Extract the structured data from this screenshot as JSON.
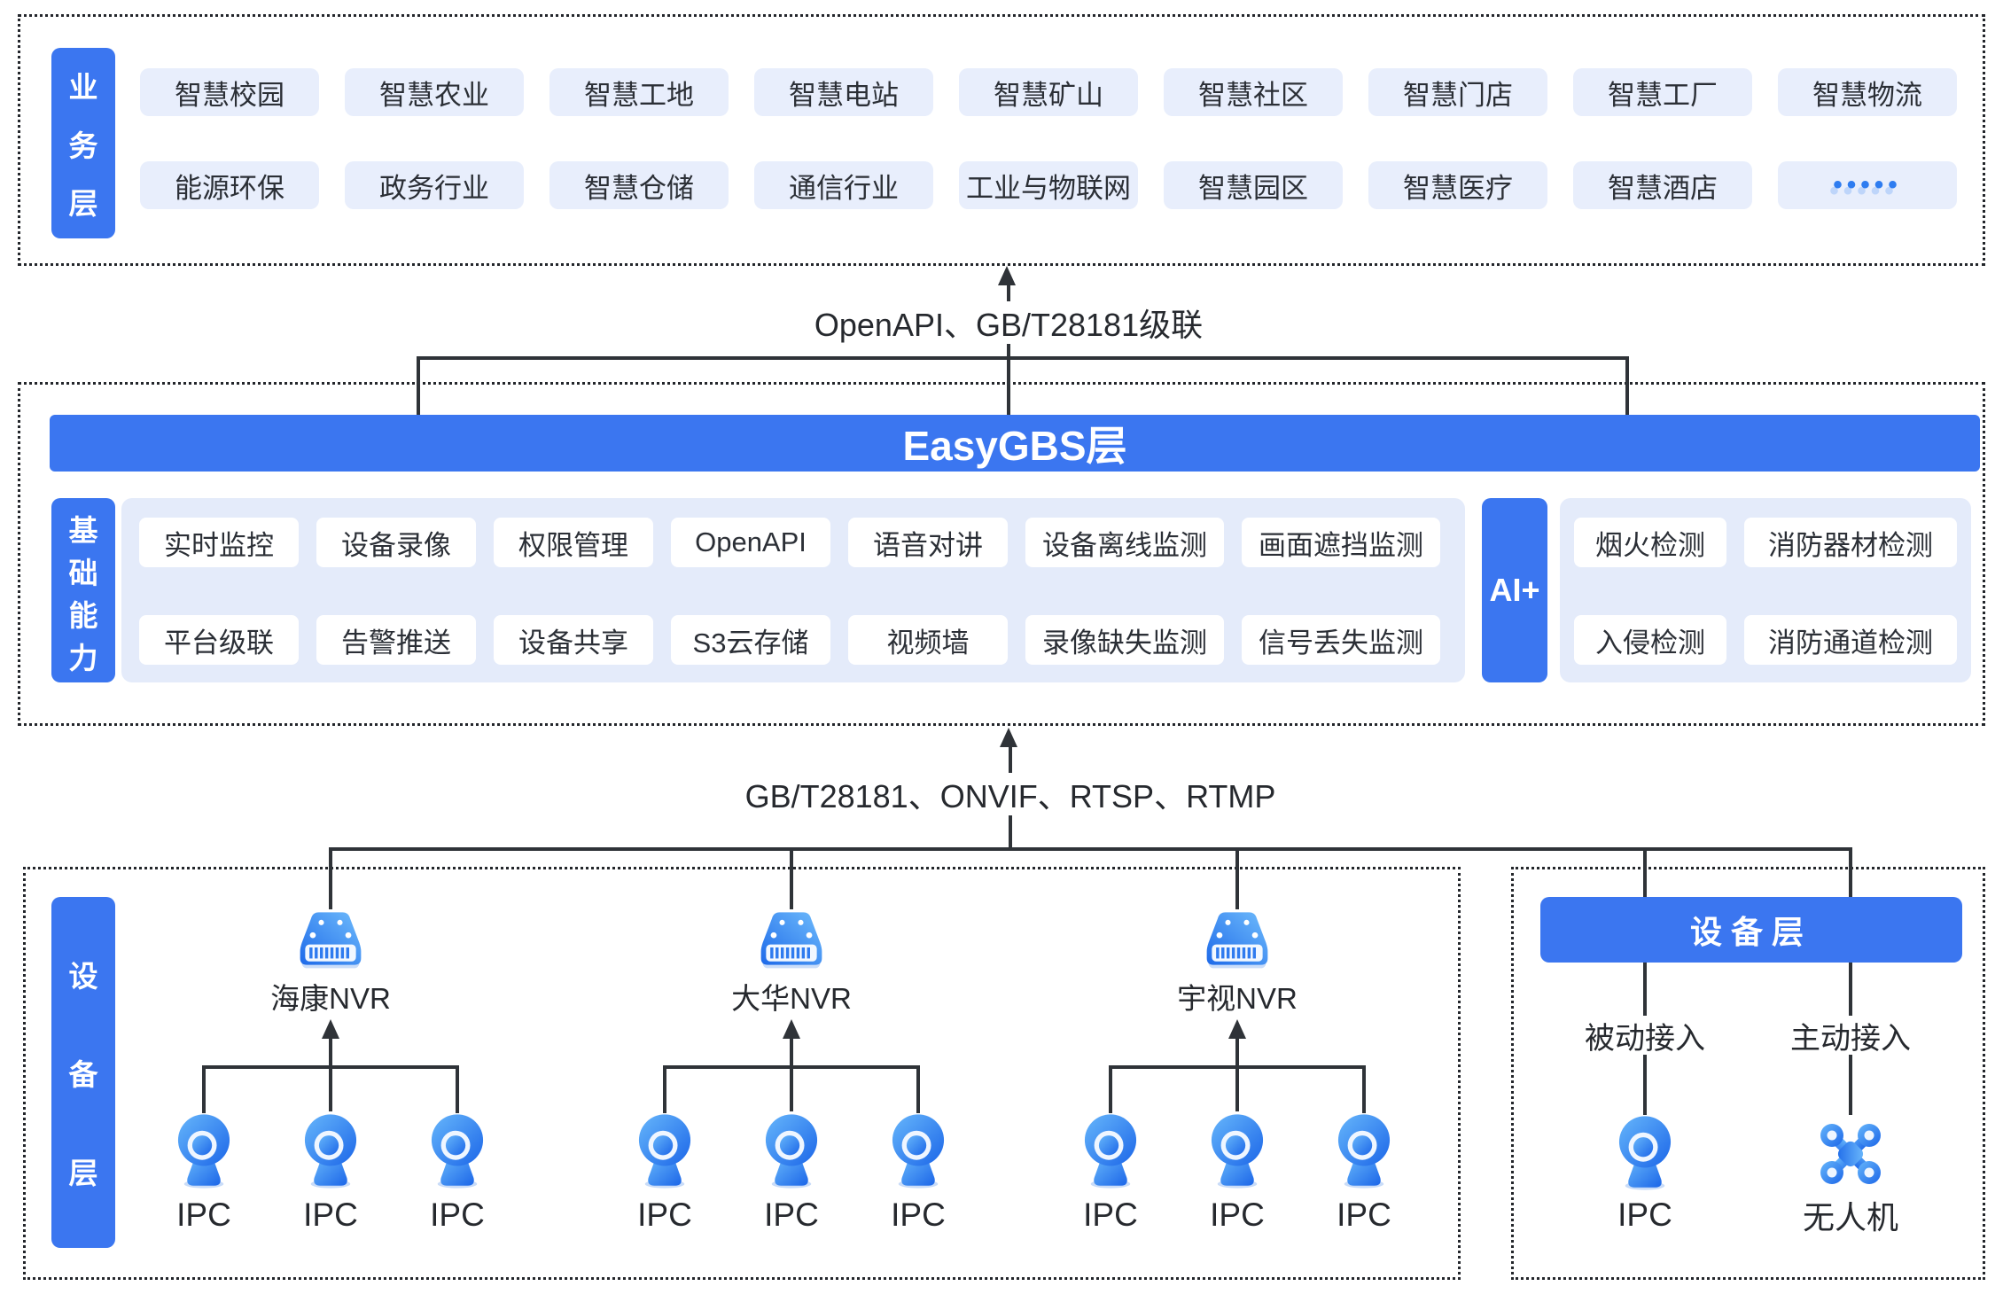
{
  "colors": {
    "accent": "#3B76F0",
    "chip_bg": "#E8EEFC",
    "panel_bg": "#E4EBFA",
    "line": "#2F3338",
    "text_dark": "#2B2F36"
  },
  "business_layer": {
    "label": "业务层",
    "rows": [
      [
        "智慧校园",
        "智慧农业",
        "智慧工地",
        "智慧电站",
        "智慧矿山",
        "智慧社区",
        "智慧门店",
        "智慧工厂",
        "智慧物流"
      ],
      [
        "能源环保",
        "政务行业",
        "智慧仓储",
        "通信行业",
        "工业与物联网",
        "智慧园区",
        "智慧医疗",
        "智慧酒店"
      ]
    ],
    "more_label": "•••••"
  },
  "connectors": {
    "top": "OpenAPI、GB/T28181级联",
    "bottom": "GB/T28181、ONVIF、RTSP、RTMP"
  },
  "easygbs_layer": {
    "title": "EasyGBS层",
    "capability_label": "基础能力",
    "cap_row1": [
      "实时监控",
      "设备录像",
      "权限管理",
      "OpenAPI",
      "语音对讲",
      "设备离线监测",
      "画面遮挡监测"
    ],
    "cap_row2": [
      "平台级联",
      "告警推送",
      "设备共享",
      "S3云存储",
      "视频墙",
      "录像缺失监测",
      "信号丢失监测"
    ],
    "ai_label": "AI+",
    "ai_row1": [
      "烟火检测",
      "消防器材检测"
    ],
    "ai_row2": [
      "入侵检测",
      "消防通道检测"
    ]
  },
  "device_layer": {
    "label": "设备层",
    "nvr_groups": [
      {
        "name": "海康NVR",
        "cameras": [
          "IPC",
          "IPC",
          "IPC"
        ]
      },
      {
        "name": "大华NVR",
        "cameras": [
          "IPC",
          "IPC",
          "IPC"
        ]
      },
      {
        "name": "宇视NVR",
        "cameras": [
          "IPC",
          "IPC",
          "IPC"
        ]
      }
    ]
  },
  "device_right": {
    "banner": "设备层",
    "passive_label": "被动接入",
    "active_label": "主动接入",
    "ipc_label": "IPC",
    "drone_label": "无人机"
  }
}
